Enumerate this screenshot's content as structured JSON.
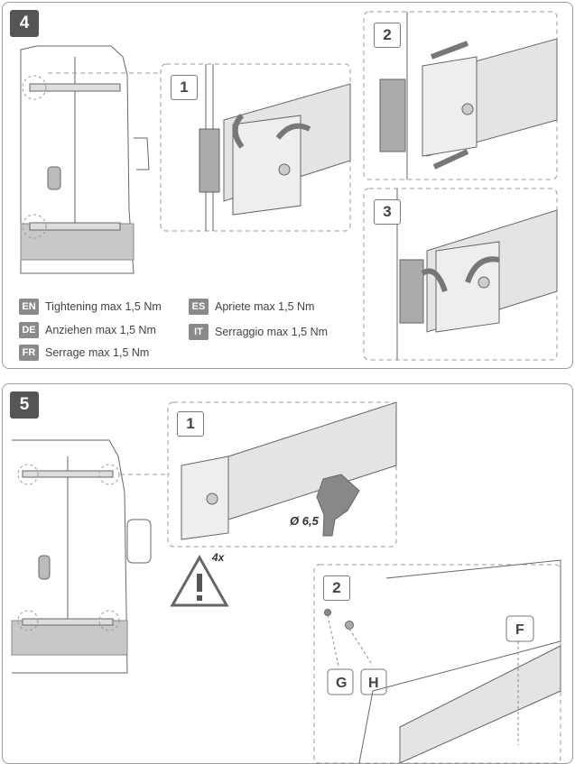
{
  "step4": {
    "number": "4",
    "sub": [
      "1",
      "2",
      "3"
    ],
    "legend": [
      {
        "code": "EN",
        "text": "Tightening max 1,5 Nm"
      },
      {
        "code": "DE",
        "text": "Anziehen max 1,5 Nm"
      },
      {
        "code": "FR",
        "text": "Serrage max 1,5 Nm"
      },
      {
        "code": "ES",
        "text": "Apriete max 1,5 Nm"
      },
      {
        "code": "IT",
        "text": "Serraggio max 1,5 Nm"
      }
    ]
  },
  "step5": {
    "number": "5",
    "sub": [
      "1",
      "2"
    ],
    "drill_label": "Ø 6,5",
    "warning_count": "4x",
    "parts": {
      "f": "F",
      "g": "G",
      "h": "H"
    }
  },
  "colors": {
    "badge": "#555555",
    "lang_badge": "#8a8a8a",
    "rail": "#d9d9d9",
    "van": "#c8c8c8",
    "arrow": "#777777"
  }
}
